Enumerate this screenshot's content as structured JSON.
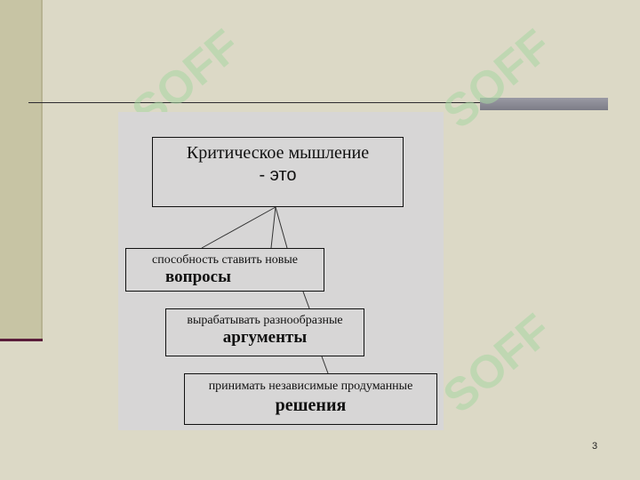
{
  "slide": {
    "page_number": "3",
    "colors": {
      "background": "#dcd9c6",
      "left_bar": "#c7c4a4",
      "accent_line": "#5a1d3a",
      "diagram_bg": "#d7d6d6",
      "watermark": "#9fd9a0"
    }
  },
  "watermark": {
    "text": "SOFF"
  },
  "diagram": {
    "root": {
      "line1": "Критическое мышление",
      "line2": "- это"
    },
    "nodes": [
      {
        "line1": "способность ставить новые",
        "line2": "вопросы"
      },
      {
        "line1": "вырабатывать разнообразные",
        "line2": "аргументы"
      },
      {
        "line1": "принимать независимые продуманные",
        "line2": "решения"
      }
    ]
  }
}
